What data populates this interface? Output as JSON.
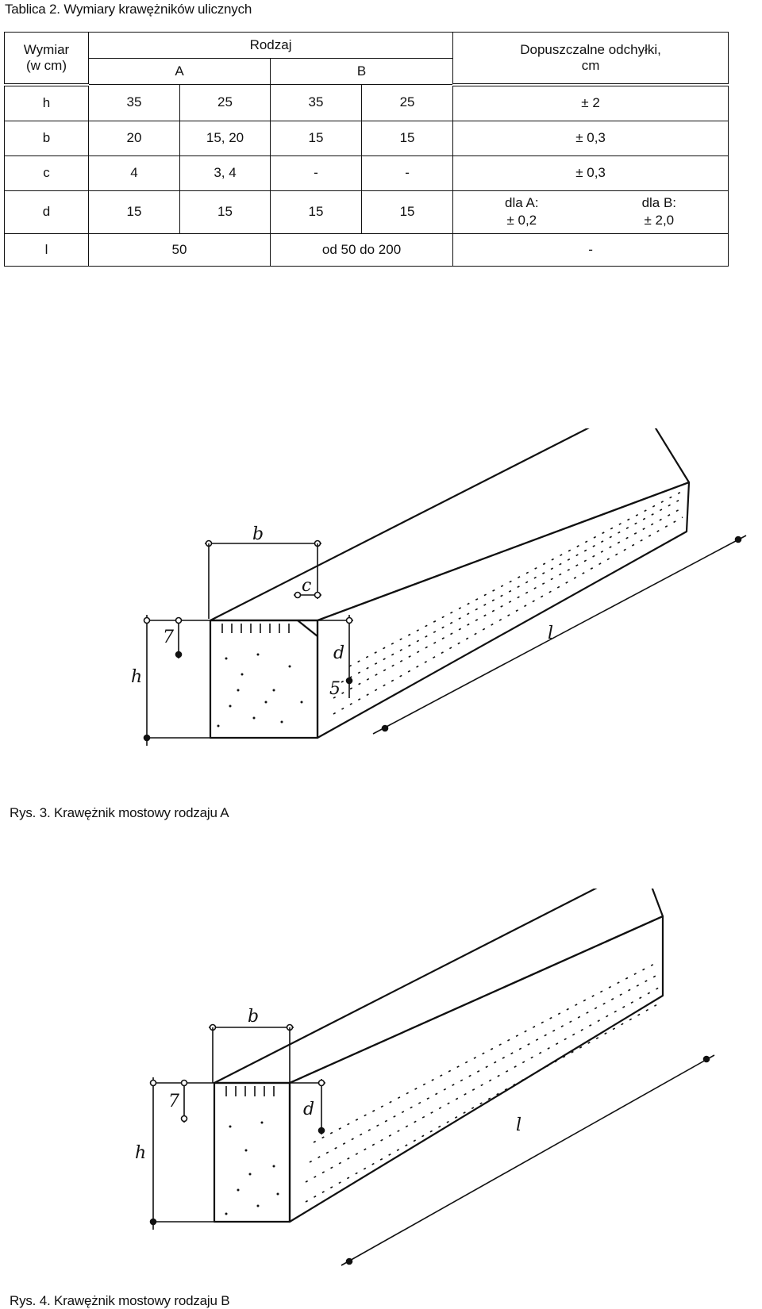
{
  "table": {
    "title": "Tablica 2. Wymiary krawężników ulicznych",
    "header": {
      "dim_col_line1": "Wymiar",
      "dim_col_line2": "(w cm)",
      "type_col": "Rodzaj",
      "type_a": "A",
      "type_b": "B",
      "tol_col_line1": "Dopuszczalne odchyłki,",
      "tol_col_line2": "cm"
    },
    "rows": [
      {
        "name": "h",
        "a1": "35",
        "a2": "25",
        "b1": "35",
        "b2": "25",
        "tol": "± 2"
      },
      {
        "name": "b",
        "a1": "20",
        "a2": "15, 20",
        "b1": "15",
        "b2": "15",
        "tol": "± 0,3"
      },
      {
        "name": "c",
        "a1": "4",
        "a2": "3, 4",
        "b1": "-",
        "b2": "-",
        "tol": "± 0,3"
      },
      {
        "name": "d",
        "a1": "15",
        "a2": "15",
        "b1": "15",
        "b2": "15",
        "tol_a_label": "dla  A:",
        "tol_a_value": "± 0,2",
        "tol_b_label": "dla  B:",
        "tol_b_value": "± 2,0"
      },
      {
        "name": "l",
        "a": "50",
        "b": "od 50 do 200",
        "tol": "-"
      }
    ]
  },
  "figure_a": {
    "caption": "Rys. 3. Krawężnik mostowy rodzaju A",
    "labels": {
      "b": "b",
      "c": "c",
      "h": "h",
      "d": "d",
      "l": "l",
      "seven": "7",
      "five": "5"
    }
  },
  "figure_b": {
    "caption": "Rys. 4. Krawężnik mostowy rodzaju B",
    "labels": {
      "b": "b",
      "h": "h",
      "d": "d",
      "l": "l",
      "seven": "7"
    }
  }
}
